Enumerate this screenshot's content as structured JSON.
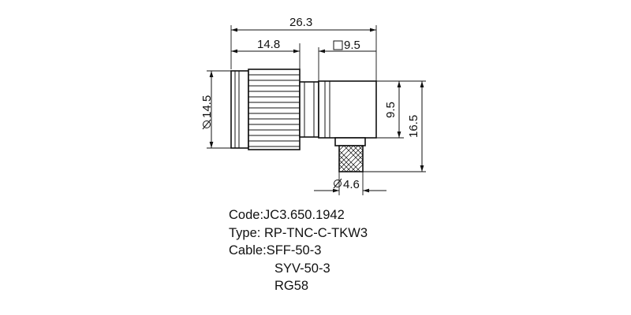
{
  "dimensions": {
    "overall_length": "26.3",
    "body_length": "14.8",
    "square_size": "9.5",
    "body_diameter": "14.5",
    "head_height": "9.5",
    "total_height": "16.5",
    "cable_diameter": "4.6"
  },
  "specs": {
    "code": "Code:JC3.650.1942",
    "type": "Type: RP-TNC-C-TKW3",
    "cable_label": "Cable:SFF-50-3",
    "cable_alt_1": "SYV-50-3",
    "cable_alt_2": "RG58"
  }
}
